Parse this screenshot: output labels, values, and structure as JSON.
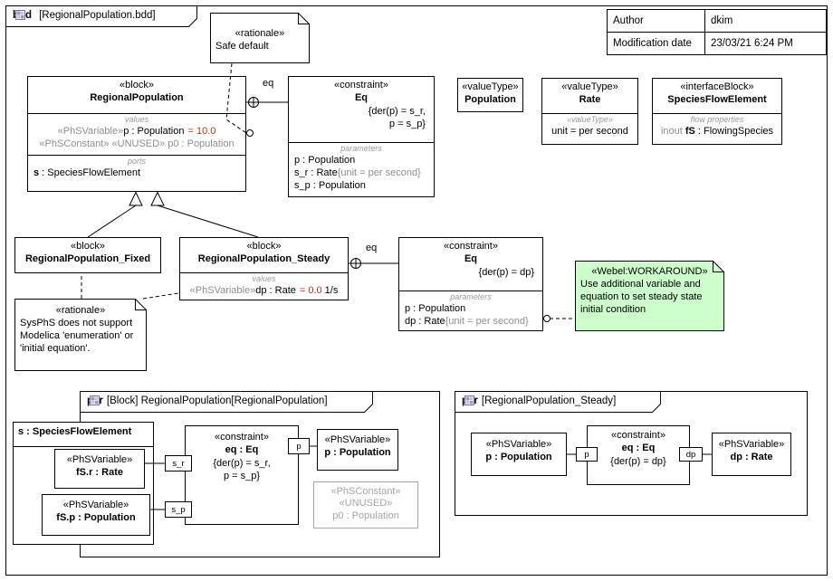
{
  "colors": {
    "accent_red": "#bb3311",
    "muted_gray": "#8f8f8f",
    "unused_gray": "#a6a6a6",
    "note_green_bg": "#ccffcc"
  },
  "icons": {
    "frame_tab_icon": "diagram-grid-icon"
  },
  "frame": {
    "kind": "bdd",
    "open_bracket": "[",
    "title": "RegionalPopulation.bdd",
    "close_bracket": "]"
  },
  "meta_table": {
    "rows": [
      {
        "label": "Author",
        "value": "dkim"
      },
      {
        "label": "Modification date",
        "value": "23/03/21 6:24 PM"
      }
    ]
  },
  "notes": {
    "safe_default": {
      "stereotype": "«rationale»",
      "line1": "Safe default"
    },
    "sysphs": {
      "stereotype": "«rationale»",
      "line1": "SysPhS does not support",
      "line2": "Modelica 'enumeration' or",
      "line3": "'initial equation'."
    },
    "webel": {
      "stereotype": "«Webel:WORKAROUND»",
      "line1": "Use additional variable and",
      "line2": "equation to set steady state",
      "line3": "initial condition"
    }
  },
  "blocks": {
    "regional_population": {
      "stereotype": "«block»",
      "name": "RegionalPopulation",
      "values_label": "values",
      "value1_stereo": "«PhSVariable»",
      "value1_decl": "p : Population",
      "value1_default": "= 10.0",
      "value2_stereo": "«PhSConstant» «UNUSED»",
      "value2_decl": "p0 : Population",
      "ports_label": "ports",
      "port1_name": "s",
      "port1_type": " : SpeciesFlowElement"
    },
    "eq_top": {
      "stereotype": "«constraint»",
      "name": "Eq",
      "spec_line1": "{der(p) = s_r,",
      "spec_line2": "p = s_p}",
      "params_label": "parameters",
      "param1": "p : Population",
      "param2": "s_r : Rate",
      "param2_unit": "{unit = per second}",
      "param3": "s_p : Population"
    },
    "population": {
      "stereotype": "«valueType»",
      "name": "Population"
    },
    "rate": {
      "stereotype": "«valueType»",
      "name": "Rate",
      "compartment_label": "«valueType»",
      "unit_line": "unit = per second"
    },
    "species_flow_element": {
      "stereotype": "«interfaceBlock»",
      "name": "SpeciesFlowElement",
      "flow_label": "flow properties",
      "flow_dir": "inout",
      "flow_name": "fS",
      "flow_type": " : FlowingSpecies"
    },
    "regional_population_fixed": {
      "stereotype": "«block»",
      "name": "RegionalPopulation_Fixed"
    },
    "regional_population_steady": {
      "stereotype": "«block»",
      "name": "RegionalPopulation_Steady",
      "values_label": "values",
      "value1_stereo": "«PhSVariable»",
      "value1_decl": "dp : Rate",
      "value1_default": "= 0.0",
      "value1_unit": "1/s"
    },
    "eq_steady": {
      "stereotype": "«constraint»",
      "name": "Eq",
      "spec_line1": "{der(p) = dp}",
      "params_label": "parameters",
      "param1": "p : Population",
      "param2": "dp : Rate",
      "param2_unit": "{unit = per second}"
    }
  },
  "connectors": {
    "eq_label_top": "eq",
    "eq_label_steady": "eq"
  },
  "par_left": {
    "frame": {
      "kind": "par",
      "context": "[Block] RegionalPopulation[",
      "title": "RegionalPopulation",
      "close_bracket": "]"
    },
    "s_part": {
      "title": "s : SpeciesFlowElement"
    },
    "fsr": {
      "stereotype": "«PhSVariable»",
      "name": "fS.r : Rate"
    },
    "fsp": {
      "stereotype": "«PhSVariable»",
      "name": "fS.p : Population"
    },
    "constraint": {
      "stereotype": "«constraint»",
      "name": "eq : Eq",
      "spec_line1": "{der(p) = s_r,",
      "spec_line2": "p = s_p}"
    },
    "pin_sr": "s_r",
    "pin_sp": "s_p",
    "pin_p": "p",
    "p_var": {
      "stereotype": "«PhSVariable»",
      "name": "p : Population"
    },
    "p0_const": {
      "stereotype1": "«PhSConstant»",
      "stereotype2": "«UNUSED»",
      "name": "p0 : Population"
    }
  },
  "par_right": {
    "frame": {
      "kind": "par",
      "context": "[",
      "title": "RegionalPopulation_Steady",
      "close_bracket": "]"
    },
    "p_var": {
      "stereotype": "«PhSVariable»",
      "name": "p : Population"
    },
    "constraint": {
      "stereotype": "«constraint»",
      "name": "eq : Eq",
      "spec_line1": "{der(p) = dp}"
    },
    "pin_p": "p",
    "pin_dp": "dp",
    "dp_var": {
      "stereotype": "«PhSVariable»",
      "name": "dp : Rate"
    }
  }
}
